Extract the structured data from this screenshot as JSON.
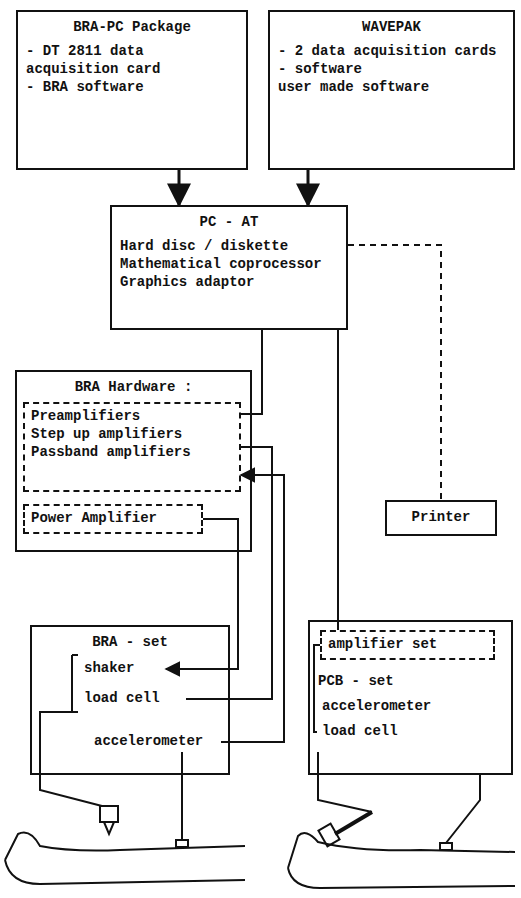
{
  "diagram": {
    "nodes": [
      {
        "text": [
          "BRA-PC Package",
          "- DT 2811 data acquisition card",
          "- BRA software"
        ]
      },
      {
        "text": [
          "WAVEPAK",
          "- 2 data acquisition cards",
          "- software",
          "user made software"
        ]
      },
      {
        "text": [
          "PC - AT",
          "Hard disc / diskette",
          "Mathematical coprocessor",
          "Graphics adaptor"
        ]
      },
      {
        "text": [
          "Printer"
        ]
      },
      {
        "text": [
          "BRA Hardware :"
        ]
      },
      {
        "text": [
          "Preamplifiers",
          "Step up amplifiers",
          "Passband amplifiers"
        ],
        "in": 4
      },
      {
        "text": [
          "Power Amplifier"
        ],
        "in": 4
      },
      {
        "text": [
          "BRA - set"
        ]
      },
      {
        "text": [
          "shaker"
        ],
        "in": 7
      },
      {
        "text": [
          "load cell"
        ],
        "in": 7
      },
      {
        "text": [
          "accelerometer"
        ],
        "in": 7
      },
      {
        "text": [
          "PCB - set"
        ]
      },
      {
        "text": [
          "amplifier set"
        ],
        "in": 11
      },
      {
        "text": [
          "accelerometer"
        ],
        "in": 11
      },
      {
        "text": [
          "load cell"
        ],
        "in": 11
      }
    ],
    "edges": [
      {
        "from": 0,
        "to": 2,
        "arrow": "to"
      },
      {
        "from": 1,
        "to": 2,
        "arrow": "to"
      },
      {
        "from": 2,
        "to": 3,
        "arrow": "none"
      },
      {
        "from": 2,
        "to": 5,
        "arrow": "none"
      },
      {
        "from": 9,
        "to": 5,
        "arrow": "none"
      },
      {
        "from": 10,
        "to": 5,
        "arrow": "to"
      },
      {
        "from": 6,
        "to": 8,
        "arrow": "to"
      },
      {
        "from": 2,
        "to": 12,
        "arrow": "none"
      },
      {
        "from": 12,
        "to": 14,
        "arrow": "none"
      }
    ]
  }
}
